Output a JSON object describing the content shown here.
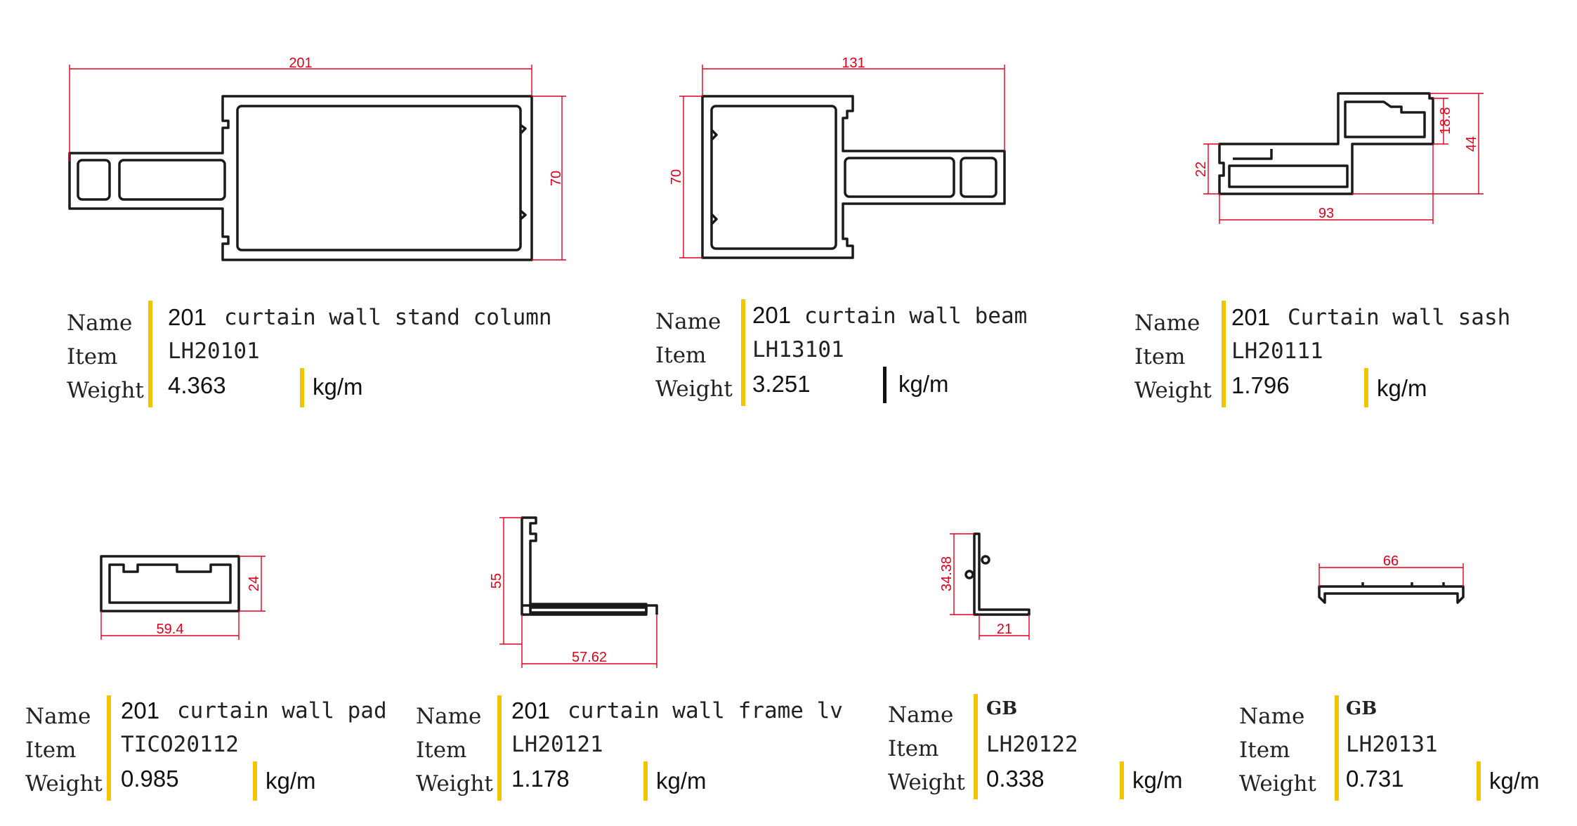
{
  "colors": {
    "accent": "#f2c500",
    "dimension": "#e0001b",
    "profile": "#1a1a1a",
    "text": "#222222"
  },
  "labels": {
    "name": "Name",
    "item": "Item",
    "weight": "Weight",
    "unit": "kg/m"
  },
  "products": [
    {
      "name_num": "201",
      "name_rest": "curtain wall stand column",
      "item": "LH20101",
      "weight": "4.363",
      "unit_bar_color": "#f2c500",
      "dims": [
        "201",
        "70"
      ]
    },
    {
      "name_num": "201",
      "name_rest": "curtain wall beam",
      "item": "LH13101",
      "weight": "3.251",
      "unit_bar_color": "#111111",
      "dims": [
        "131",
        "70"
      ]
    },
    {
      "name_num": "201",
      "name_rest": "Curtain wall sash",
      "item": "LH20111",
      "weight": "1.796",
      "unit_bar_color": "#f2c500",
      "dims": [
        "18.8",
        "44",
        "22",
        "93"
      ]
    },
    {
      "name_num": "201",
      "name_rest": "curtain wall pad",
      "item": "TICO20112",
      "weight": "0.985",
      "unit_bar_color": "#f2c500",
      "dims": [
        "24",
        "59.4"
      ]
    },
    {
      "name_num": "201",
      "name_rest": "curtain wall frame lv",
      "item": "LH20121",
      "weight": "1.178",
      "unit_bar_color": "#f2c500",
      "dims": [
        "55",
        "57.62"
      ]
    },
    {
      "name_num": "",
      "name_rest": "GB",
      "item": "LH20122",
      "weight": "0.338",
      "unit_bar_color": "#f2c500",
      "dims": [
        "34.38",
        "21"
      ]
    },
    {
      "name_num": "",
      "name_rest": "GB",
      "item": "LH20131",
      "weight": "0.731",
      "unit_bar_color": "#f2c500",
      "dims": [
        "66"
      ]
    }
  ]
}
